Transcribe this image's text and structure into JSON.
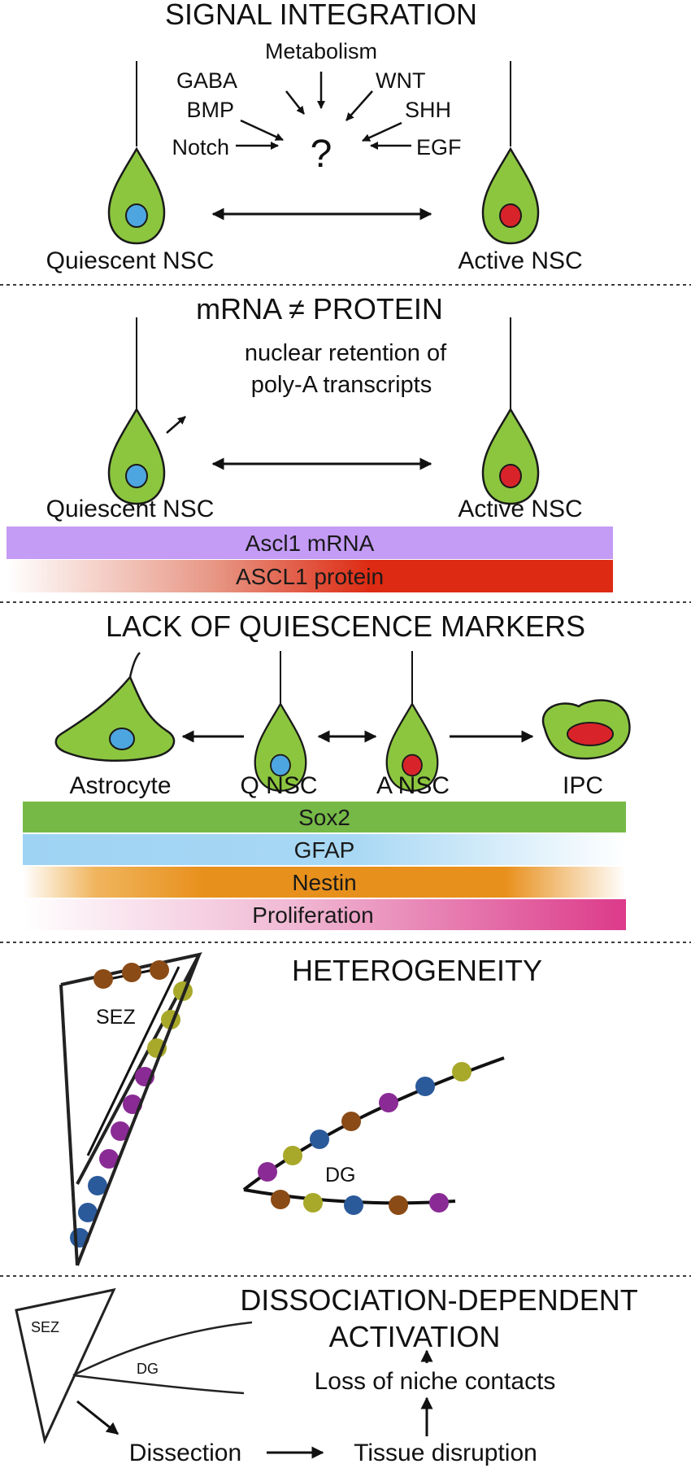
{
  "colors": {
    "cell_fill": "#8cc63f",
    "quiescent_nucleus": "#4da6e0",
    "active_nucleus": "#d9232a",
    "ascl1_mrna": "#c49bf5",
    "ascl1_protein": "#dd2a12",
    "sox2": "#76b947",
    "gfap": "#9fd3f3",
    "nestin": "#e8901c",
    "proliferation": "#dc3a8a",
    "dot_brown": "#8a4b16",
    "dot_olive": "#a8a82a",
    "dot_purple": "#8a2b95",
    "dot_blue": "#2b5a9b"
  },
  "signal_integration": {
    "title": "SIGNAL INTEGRATION",
    "signals": [
      "Metabolism",
      "GABA",
      "WNT",
      "BMP",
      "SHH",
      "Notch",
      "EGF"
    ],
    "center_symbol": "?",
    "left_cell_label": "Quiescent NSC",
    "right_cell_label": "Active NSC"
  },
  "mrna_protein": {
    "title": "mRNA ≠ PROTEIN",
    "note_line1": "nuclear retention of",
    "note_line2": "poly-A transcripts",
    "left_cell_label": "Quiescent NSC",
    "right_cell_label": "Active NSC",
    "bars": [
      "Ascl1 mRNA",
      "ASCL1 protein"
    ]
  },
  "quiescence_markers": {
    "title": "LACK OF QUIESCENCE MARKERS",
    "cells": [
      "Astrocyte",
      "Q NSC",
      "A NSC",
      "IPC"
    ],
    "bars": [
      "Sox2",
      "GFAP",
      "Nestin",
      "Proliferation"
    ]
  },
  "heterogeneity": {
    "title": "HETEROGENEITY",
    "sez_label": "SEZ",
    "dg_label": "DG"
  },
  "dissociation": {
    "title_line1": "DISSOCIATION-DEPENDENT",
    "title_line2": "ACTIVATION",
    "sez_label": "SEZ",
    "dg_label": "DG",
    "step1": "Dissection",
    "step2": "Tissue disruption",
    "step3": "Loss of niche contacts"
  }
}
